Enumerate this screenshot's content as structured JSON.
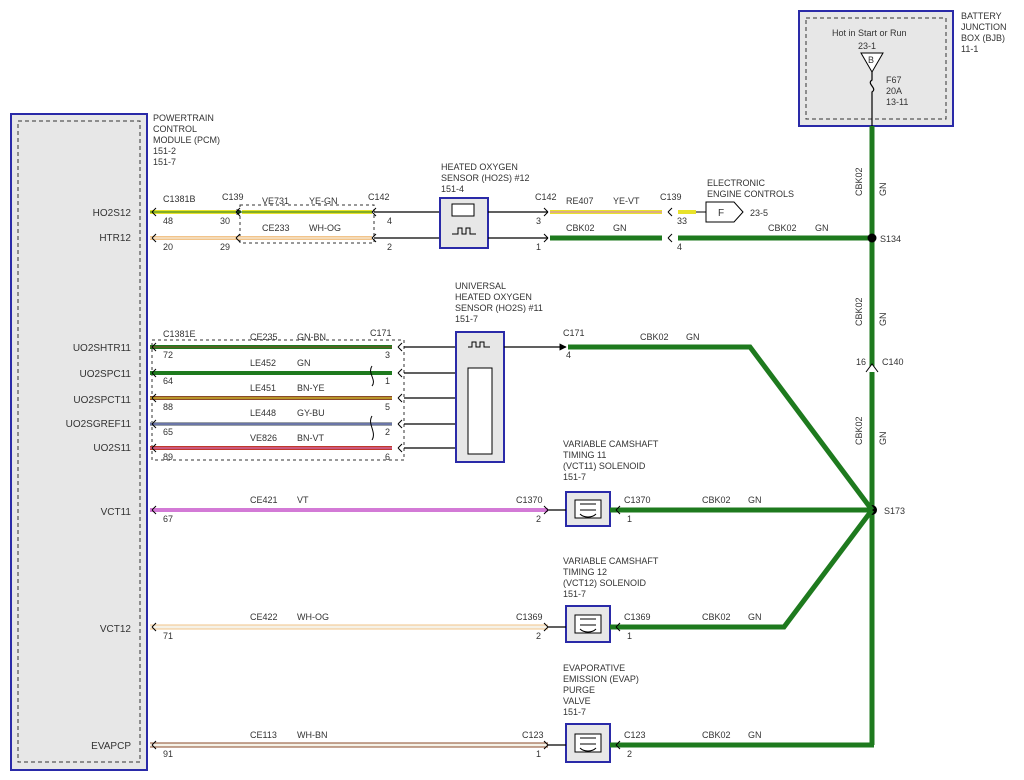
{
  "colors": {
    "gn": "#1e7a1e",
    "ye": "#e8e22a",
    "og": "#f2c48a",
    "bn": "#8a4a2a",
    "gy": "#9aa0a6",
    "bu": "#3a4aa8",
    "vt": "#d37ad6",
    "wh": "#f5f2e8",
    "rd": "#c0392b",
    "frame": "#2a2aa8",
    "fill": "#e7e7e7"
  },
  "bjb": {
    "title_lines": [
      "BATTERY",
      "JUNCTION",
      "BOX (BJB)",
      "11-1"
    ],
    "hot": "Hot in Start or Run",
    "pin": "23-1",
    "marker": "B",
    "fuse_lines": [
      "F67",
      "20A",
      "13-11"
    ]
  },
  "pcm": {
    "title_lines": [
      "POWERTRAIN",
      "CONTROL",
      "MODULE (PCM)",
      "151-2",
      "151-7"
    ],
    "pins": [
      "HO2S12",
      "HTR12",
      "UO2SHTR11",
      "UO2SPC11",
      "UO2SPCT11",
      "UO2SGREF11",
      "UO2S11",
      "VCT11",
      "VCT12",
      "EVAPCP"
    ]
  },
  "connectors": {
    "c1381b": "C1381B",
    "c1381e": "C1381E",
    "c139": "C139",
    "c142": "C142",
    "c171": "C171",
    "c1370": "C1370",
    "c1369": "C1369",
    "c123": "C123",
    "c140": "C140"
  },
  "pins": {
    "p48": "48",
    "p30": "30",
    "p4": "4",
    "p3": "3",
    "p33": "33",
    "p20": "20",
    "p29": "29",
    "p2": "2",
    "p1": "1",
    "p72": "72",
    "p64": "64",
    "p88": "88",
    "p65": "65",
    "p89": "89",
    "p5": "5",
    "p6": "6",
    "p67": "67",
    "p71": "71",
    "p91": "91",
    "p16": "16"
  },
  "wires": {
    "ve731": "VE731",
    "ye_gn": "YE-GN",
    "ce233": "CE233",
    "wh_og": "WH-OG",
    "re407": "RE407",
    "ye_vt": "YE-VT",
    "cbk02": "CBK02",
    "gn": "GN",
    "ce235": "CE235",
    "gn_bn": "GN-BN",
    "le452": "LE452",
    "le451": "LE451",
    "bn_ye": "BN-YE",
    "le448": "LE448",
    "gy_bu": "GY-BU",
    "ve826": "VE826",
    "bn_vt": "BN-VT",
    "ce421": "CE421",
    "vt": "VT",
    "ce422": "CE422",
    "ce113": "CE113",
    "wh_bn": "WH-BN"
  },
  "splices": {
    "s134": "S134",
    "s173": "S173"
  },
  "ho2s12": {
    "title_lines": [
      "HEATED OXYGEN",
      "SENSOR (HO2S) #12",
      "151-4"
    ]
  },
  "uho2s11": {
    "title_lines": [
      "UNIVERSAL",
      "HEATED OXYGEN",
      "SENSOR (HO2S) #11",
      "151-7"
    ]
  },
  "eec": {
    "title_lines": [
      "ELECTRONIC",
      "ENGINE CONTROLS"
    ],
    "marker": "F",
    "ref": "23-5"
  },
  "vct11": {
    "title_lines": [
      "VARIABLE CAMSHAFT",
      "TIMING 11",
      "(VCT11) SOLENOID",
      "151-7"
    ]
  },
  "vct12": {
    "title_lines": [
      "VARIABLE CAMSHAFT",
      "TIMING 12",
      "(VCT12) SOLENOID",
      "151-7"
    ]
  },
  "evap": {
    "title_lines": [
      "EVAPORATIVE",
      "EMISSION (EVAP)",
      "PURGE",
      "VALVE",
      "151-7"
    ]
  }
}
